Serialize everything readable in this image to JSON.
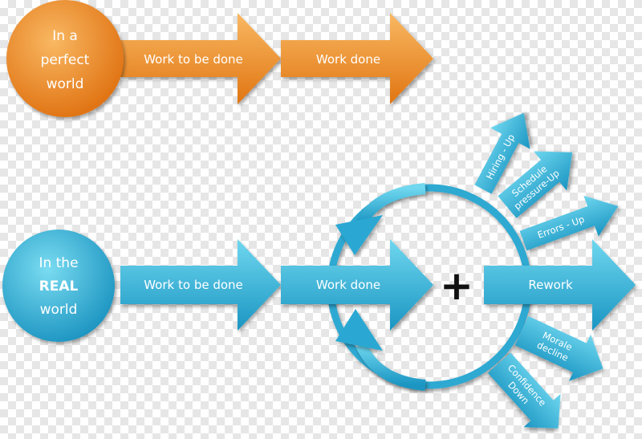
{
  "colors": {
    "orange_light": "#f6a64a",
    "orange_dark": "#e07512",
    "blue_light": "#5fd0ea",
    "blue_dark": "#1898c4",
    "plus": "#111111"
  },
  "perfect": {
    "circle_line1": "In a",
    "circle_line2": "perfect",
    "circle_line3": "world",
    "arrow1": "Work to be done",
    "arrow2": "Work done"
  },
  "real": {
    "circle_line1": "In the",
    "circle_line2": "REAL",
    "circle_line3": "world",
    "arrow1": "Work to be done",
    "arrow2": "Work done",
    "plus": "+",
    "rework": "Rework"
  },
  "effects": {
    "hiring": "Hiring - Up",
    "schedule_line1": "Schedule",
    "schedule_line2": "pressure-Up",
    "errors": "Errors - Up",
    "morale_line1": "Morale",
    "morale_line2": "decline",
    "confidence_line1": "Confidence",
    "confidence_line2": "Down"
  }
}
